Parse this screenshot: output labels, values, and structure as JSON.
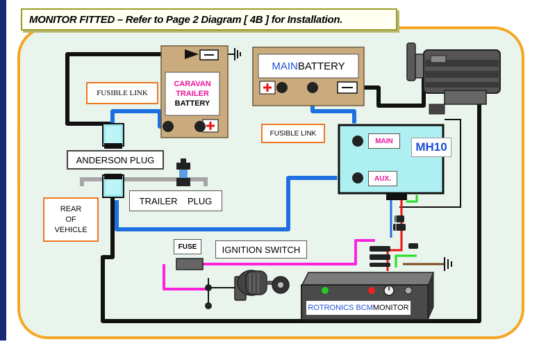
{
  "title": "MONITOR FITTED – Refer to Page 2 Diagram [ 4B ] for Installation.",
  "labels": {
    "caravan_battery_line1": "CARAVAN",
    "caravan_battery_line2": "TRAILER",
    "caravan_battery_line3": "BATTERY",
    "main_battery_part1": "MAIN",
    "main_battery_part2": " BATTERY",
    "fusible_link_left": "FUSIBLE LINK",
    "fusible_link_right": "FUSIBLE LINK",
    "anderson_plug": "ANDERSON PLUG",
    "trailer_plug": "TRAILER    PLUG",
    "rear_of_vehicle_line1": "REAR",
    "rear_of_vehicle_line2": "OF",
    "rear_of_vehicle_line3": "VEHICLE",
    "mh10": "MH10",
    "main_terminal": "MAIN",
    "aux_terminal": "AUX.",
    "fuse": "FUSE",
    "ignition_switch": "IGNITION SWITCH",
    "monitor_part1": "ROTRONICS BCM",
    "monitor_part2": " MONITOR"
  },
  "colors": {
    "background_panel": "#e9f4ec",
    "panel_border": "#f5a623",
    "cable_black": "#111111",
    "cable_blue": "#1e6fe0",
    "cable_green": "#22dd22",
    "cable_magenta": "#ff22dd",
    "cable_red": "#ee1111",
    "cable_grey": "#a6a6a6",
    "cable_brown": "#7a4a1a",
    "battery_tan": "#c9ab7e",
    "mh10_cyan": "#aef0f2",
    "fusible_link_border": "#ee7722",
    "main_text_blue": "#1e4fd8",
    "caravan_text_magenta": "#ee1199"
  }
}
